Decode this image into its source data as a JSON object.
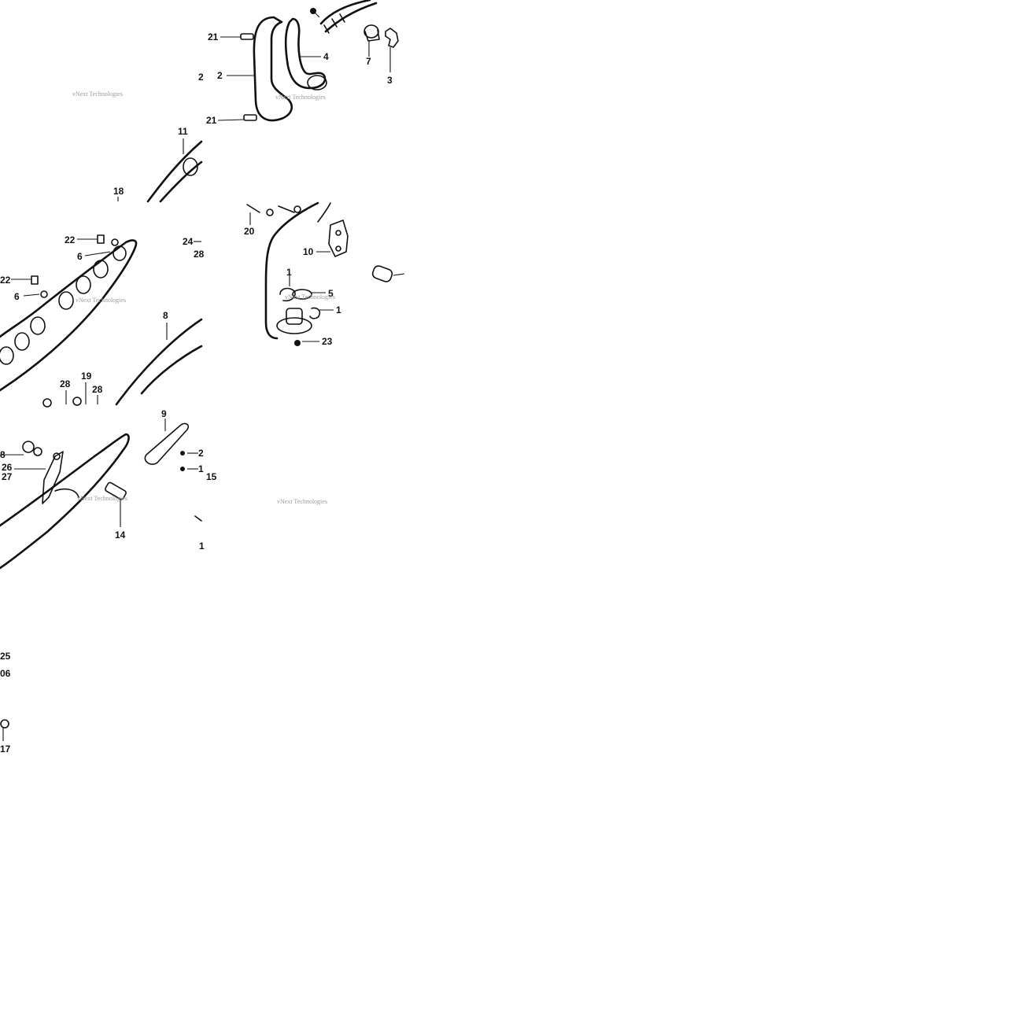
{
  "watermark": "vNext Technologies",
  "callouts": {
    "l21a": "21",
    "l21b": "21",
    "l2": "2",
    "l4": "4",
    "l7": "7",
    "l3": "3",
    "l11": "11",
    "l18": "18",
    "l2edge": "2",
    "l20": "20",
    "l10": "10",
    "l1a": "1",
    "l5": "5",
    "l1b": "1",
    "l23": "23",
    "l22a": "22",
    "l6a": "6",
    "l22b": "22",
    "l6b": "6",
    "l24": "24",
    "l28a": "28",
    "l8": "8",
    "l28b": "28",
    "l19": "19",
    "l28c": "28",
    "l9": "9",
    "l2x": "2",
    "l1x": "1",
    "l15": "15",
    "l8x": "8",
    "l26": "26",
    "l27": "27",
    "l14": "14",
    "l1y": "1",
    "l25": "25",
    "l06": "06",
    "l17": "17"
  }
}
